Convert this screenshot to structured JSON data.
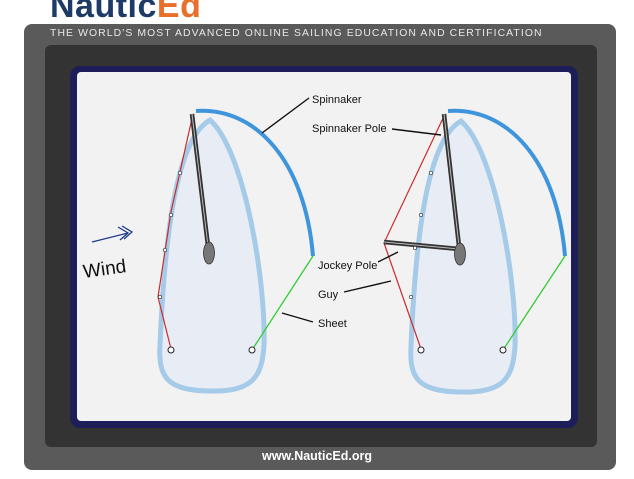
{
  "brand": {
    "logo_part1": "Nautic",
    "logo_part2": "Ed",
    "tagline": "THE WORLD'S MOST ADVANCED ONLINE SAILING EDUCATION AND CERTIFICATION",
    "footer_url": "www.NauticEd.org"
  },
  "diagram": {
    "wind_label": "Wind",
    "labels": {
      "spinnaker": "Spinnaker",
      "spinnaker_pole": "Spinnaker Pole",
      "jockey_pole": "Jockey Pole",
      "guy": "Guy",
      "sheet": "Sheet"
    },
    "colors": {
      "hull_stroke": "#a6cbe9",
      "hull_fill": "#e8edf5",
      "spinnaker": "#3f95db",
      "guy": "#cc2b2b",
      "sheet": "#33cc33",
      "pole": "#333333",
      "mast": "#777777"
    }
  }
}
